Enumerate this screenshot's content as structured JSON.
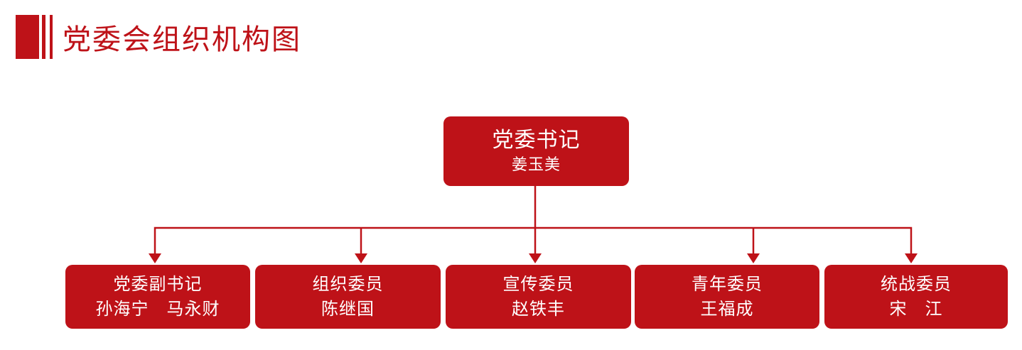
{
  "title": {
    "text": "党委会组织机构图"
  },
  "colors": {
    "primary": "#BE1218",
    "on_primary": "#FFFFFF"
  },
  "org_chart": {
    "root": {
      "title": "党委书记",
      "name": "姜玉美"
    },
    "children": [
      {
        "title": "党委副书记",
        "name": "孙海宁　马永财"
      },
      {
        "title": "组织委员",
        "name": "陈继国"
      },
      {
        "title": "宣传委员",
        "name": "赵铁丰"
      },
      {
        "title": "青年委员",
        "name": "王福成"
      },
      {
        "title": "统战委员",
        "name": "宋　江"
      }
    ]
  }
}
